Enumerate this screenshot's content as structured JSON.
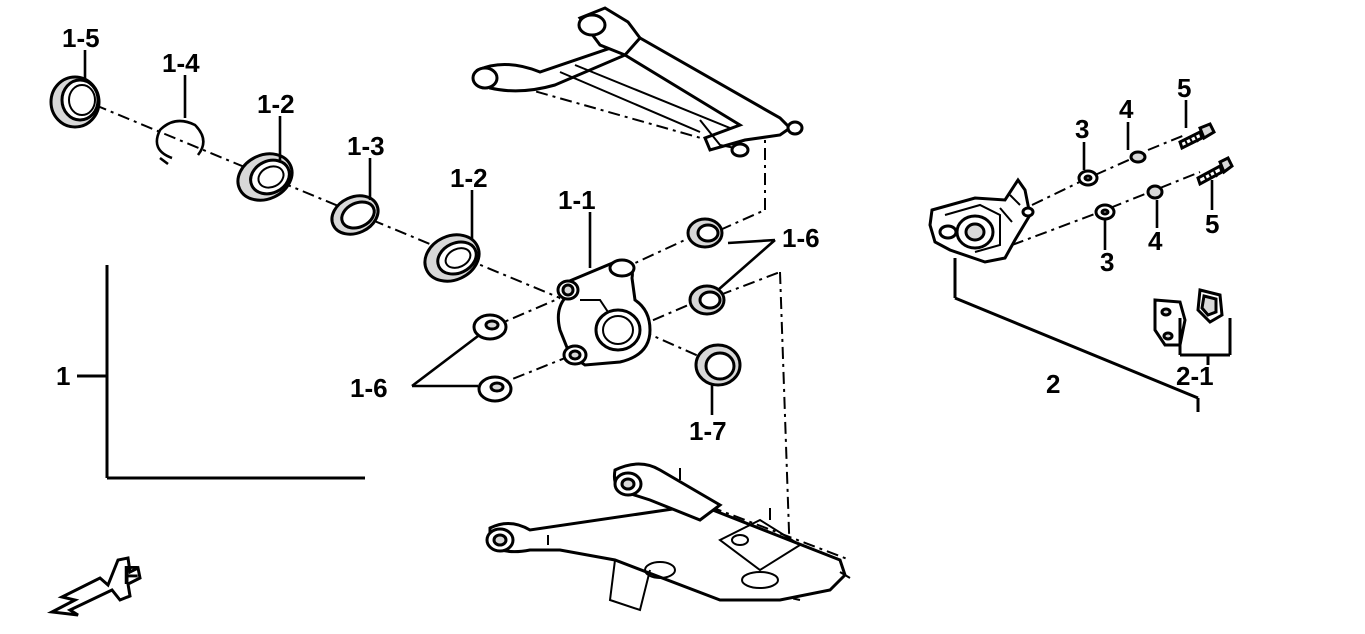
{
  "labels": {
    "main_assembly": "1",
    "knuckle": "1-1",
    "bearing_a": "1-2",
    "bearing_b": "1-2",
    "seal": "1-3",
    "circlip": "1-4",
    "outer_seal": "1-5",
    "bushing_upper": "1-6",
    "bushing_lower": "1-6",
    "dust_seal": "1-7",
    "caliper": "2",
    "pad_set": "2-1",
    "washer_upper": "3",
    "washer_lower": "3",
    "lock_washer_upper": "4",
    "lock_washer_lower": "4",
    "bolt_upper": "5",
    "bolt_lower": "5",
    "front_marker": "F"
  }
}
